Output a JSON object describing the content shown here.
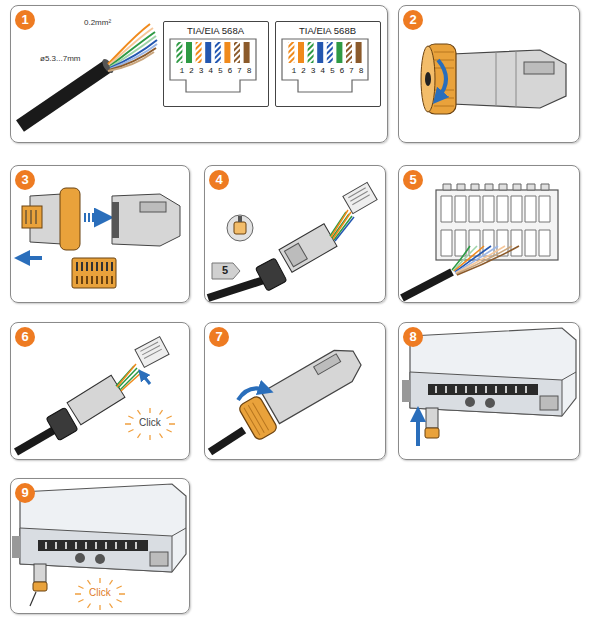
{
  "diagram": {
    "nodes": [
      {
        "text": [
          "1"
        ]
      },
      {
        "text": [
          "TIA/EIA 568A",
          "1 2 3 4 5 6 7 8"
        ],
        "in": 0
      },
      {
        "text": [
          "TIA/EIA 568B",
          "1 2 3 4 5 6 7 8"
        ],
        "in": 0
      },
      {
        "text": [
          "2"
        ]
      },
      {
        "text": [
          "3"
        ]
      },
      {
        "text": [
          "4"
        ]
      },
      {
        "text": [
          "5"
        ]
      },
      {
        "text": [
          "6"
        ]
      },
      {
        "text": [
          "7"
        ]
      },
      {
        "text": [
          "8"
        ]
      },
      {
        "text": [
          "9"
        ]
      }
    ],
    "labels": [
      "0.2mm²",
      "ø5.3...7mm",
      "5",
      "Click",
      "Click"
    ]
  }
}
